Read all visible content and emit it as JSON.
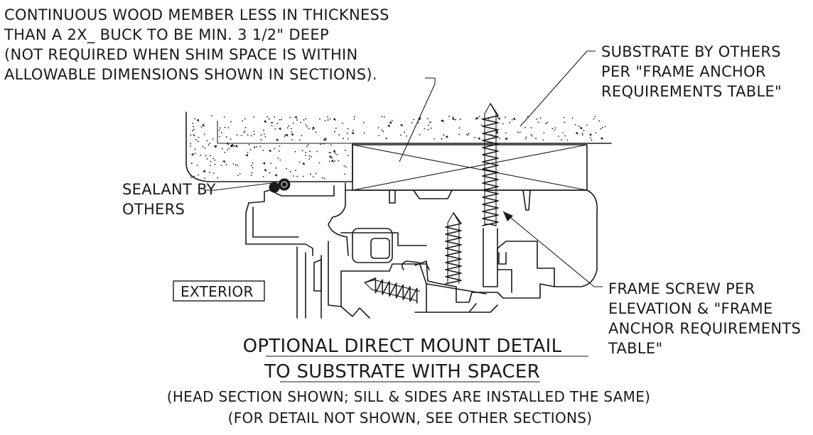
{
  "notes": {
    "wood_member": [
      "CONTINUOUS WOOD MEMBER LESS IN THICKNESS",
      "THAN A 2X_ BUCK TO BE MIN. 3 1/2\" DEEP",
      "(NOT REQUIRED WHEN SHIM SPACE IS WITHIN",
      "ALLOWABLE DIMENSIONS SHOWN IN SECTIONS)."
    ],
    "substrate": [
      "SUBSTRATE BY OTHERS",
      "PER \"FRAME ANCHOR",
      "REQUIREMENTS TABLE\""
    ],
    "sealant": [
      "SEALANT BY",
      "OTHERS"
    ],
    "exterior": "EXTERIOR",
    "frame_screw": [
      "FRAME SCREW PER",
      "ELEVATION & \"FRAME",
      "ANCHOR REQUIREMENTS",
      "TABLE\""
    ]
  },
  "title": {
    "line1": "OPTIONAL DIRECT MOUNT DETAIL",
    "line2": "TO SUBSTRATE WITH SPACER",
    "sub1": "(HEAD SECTION SHOWN; SILL & SIDES ARE INSTALLED THE SAME)",
    "sub2": "(FOR DETAIL NOT SHOWN, SEE OTHER SECTIONS)"
  }
}
